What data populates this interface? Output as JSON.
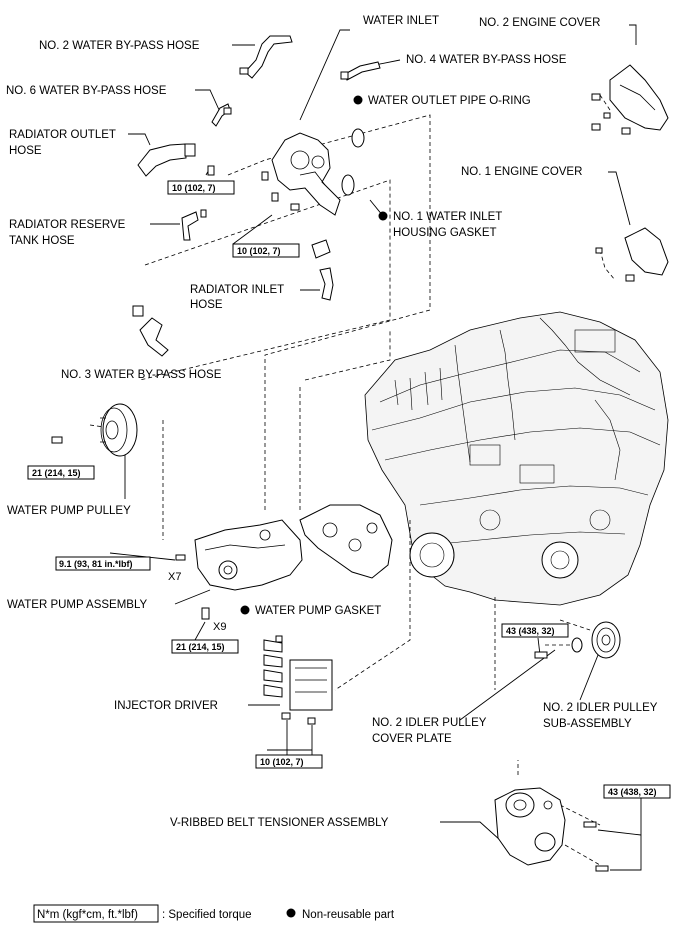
{
  "labels": {
    "water_inlet": "WATER INLET",
    "no2_engine_cover": "NO. 2 ENGINE COVER",
    "no2_bypass_hose": "NO. 2 WATER BY-PASS HOSE",
    "no4_bypass_hose": "NO. 4 WATER BY-PASS HOSE",
    "no6_bypass_hose": "NO. 6 WATER BY-PASS HOSE",
    "outlet_oring": "WATER OUTLET PIPE O-RING",
    "radiator_outlet_hose_1": "RADIATOR OUTLET",
    "radiator_outlet_hose_2": "HOSE",
    "no1_engine_cover": "NO. 1 ENGINE COVER",
    "no1_inlet_gasket_1": "NO. 1 WATER INLET",
    "no1_inlet_gasket_2": "HOUSING GASKET",
    "reserve_tank_hose_1": "RADIATOR RESERVE",
    "reserve_tank_hose_2": "TANK HOSE",
    "radiator_inlet_hose_1": "RADIATOR INLET",
    "radiator_inlet_hose_2": "HOSE",
    "no3_bypass_hose": "NO. 3 WATER BY-PASS HOSE",
    "water_pump_pulley": "WATER PUMP PULLEY",
    "water_pump_assembly": "WATER PUMP ASSEMBLY",
    "water_pump_gasket": "WATER PUMP GASKET",
    "injector_driver": "INJECTOR DRIVER",
    "no2_idler_cover_plate_1": "NO. 2 IDLER PULLEY",
    "no2_idler_cover_plate_2": "COVER PLATE",
    "no2_idler_pulley_1": "NO. 2 IDLER PULLEY",
    "no2_idler_pulley_2": "SUB-ASSEMBLY",
    "belt_tensioner": "V-RIBBED BELT TENSIONER ASSEMBLY"
  },
  "torques": {
    "inlet_bolt_a": "10 (102, 7)",
    "inlet_bolt_b": "10 (102, 7)",
    "pulley_bolt": "21 (214, 15)",
    "pump_bolt_small": "9.1 (93, 81 in.*lbf)",
    "pump_bolt_large": "21 (214, 15)",
    "injector_bolt": "10 (102, 7)",
    "idler_bolt": "43 (438, 32)",
    "tensioner_bolt": "43 (438, 32)"
  },
  "quantities": {
    "pump_small_bolts": "X7",
    "pump_large_bolts": "X9"
  },
  "legend": {
    "torque_unit": "N*m (kgf*cm, ft.*lbf)",
    "torque_desc": ": Specified torque",
    "nonreusable_desc": "Non-reusable part"
  },
  "icons": {
    "non_reusable_marker": "filled-circle"
  }
}
